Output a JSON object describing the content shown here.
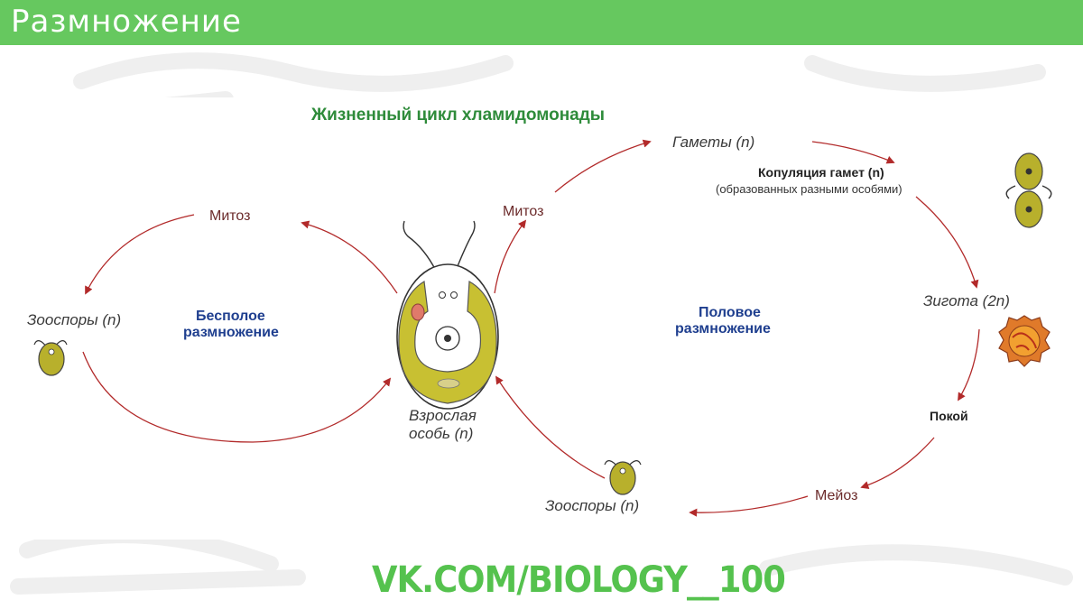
{
  "header": {
    "title": "Размножение"
  },
  "diagram": {
    "title": "Жизненный цикл хламидомонады",
    "labels": {
      "mitosis_left": "Митоз",
      "zoospores_left": "Зооспоры (n)",
      "asexual": [
        "Бесполое",
        "размножение"
      ],
      "mitosis_right": "Митоз",
      "adult": [
        "Взрослая",
        "особь (n)"
      ],
      "gametes": "Гаметы (n)",
      "copulation": "Копуляция гамет (n)",
      "copulation_note": "(образованных разными особями)",
      "sexual": [
        "Половое",
        "размножение"
      ],
      "zygote": "Зигота (2n)",
      "rest": "Покой",
      "meiosis": "Мейоз",
      "zoospores_right": "Зооспоры (n)"
    }
  },
  "footer": {
    "link": "VK.COM/BIOLOGY__100"
  },
  "colors": {
    "header_bg": "#66c85f",
    "title_green": "#2e8b3a",
    "blue_label": "#1f3f8f",
    "arrow": "#b22a2a",
    "cell_yellow": "#c8c032",
    "footer_green": "#55c24e"
  }
}
